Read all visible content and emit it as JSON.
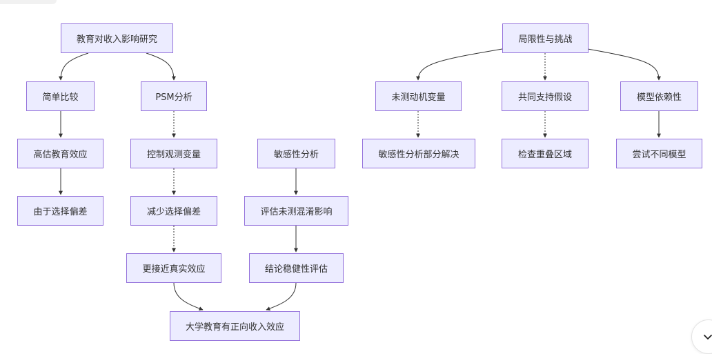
{
  "diagram": {
    "nodes": {
      "root_left": "教育对收入影响研究",
      "simple": "简单比较",
      "psm": "PSM分析",
      "high_est": "高估教育效应",
      "control": "控制观测变量",
      "sensitivity": "敏感性分析",
      "selection_bias": "由于选择偏差",
      "reduce_bias": "减少选择偏差",
      "eval_unobs": "评估未测混淆影响",
      "closer_true": "更接近真实效应",
      "robust": "结论稳健性评估",
      "conclusion": "大学教育有正向收入效应",
      "root_right": "局限性与挑战",
      "unmeasured": "未测动机变量",
      "common_support": "共同支持假设",
      "model_dep": "模型依赖性",
      "sens_partial": "敏感性分析部分解决",
      "overlap": "检查重叠区域",
      "diff_models": "尝试不同模型"
    }
  },
  "colors": {
    "node_fill": "#ECECFF",
    "node_border": "#9370DB",
    "edge": "#333333",
    "text": "#333333"
  },
  "icons": {
    "scroll_button": "chevron-down-icon"
  }
}
